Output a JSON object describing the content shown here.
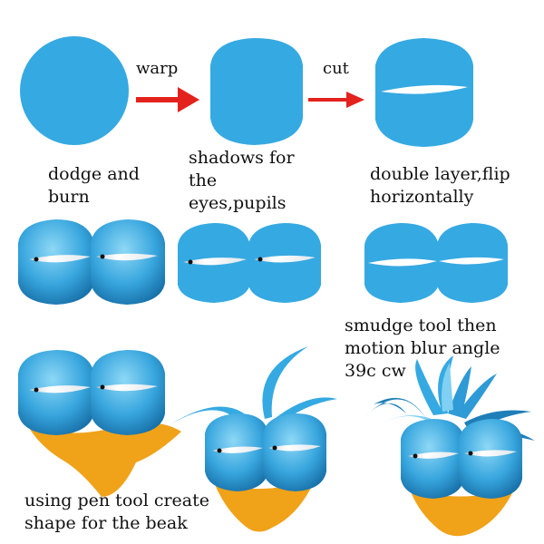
{
  "colors": {
    "blue": "#35A9E2",
    "blue_dark": "#1F7EB8",
    "blue_light": "#7FD0F2",
    "arrow": "#E3221E",
    "beak": "#F0A219",
    "eye_white": "#FFFFFF",
    "text": "#111111"
  },
  "labels": {
    "warp": "warp",
    "cut": "cut",
    "dodge_burn": "dodge and\nburn",
    "shadows": "shadows for\nthe\neyes,pupils",
    "double_layer": "double layer,flip\nhorizontally",
    "smudge": "smudge tool then\nmotion blur angle\n39c cw",
    "pen_tool": "using pen tool create\nshape for the beak"
  },
  "icons": {
    "arrow": "right-arrow-icon"
  }
}
